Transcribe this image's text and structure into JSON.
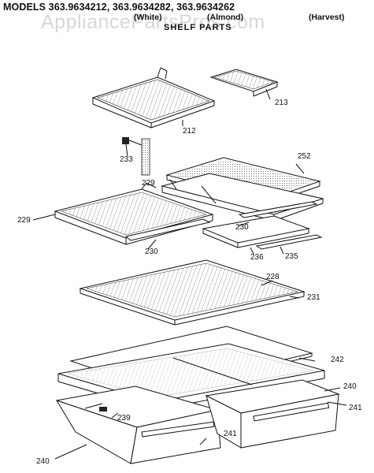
{
  "header": {
    "models_line": "MODELS 363.9634212, 363.9634282, 363.9634262",
    "color_white": "(White)",
    "color_almond": "(Almond)",
    "color_harvest": "(Harvest)",
    "subtitle": "SHELF PARTS"
  },
  "watermark": "AppliancePartsPros.com",
  "callouts": {
    "p212": "212",
    "p213": "213",
    "p233": "233",
    "p252": "252",
    "p229a": "229",
    "p229b": "229",
    "p230a": "230",
    "p230b": "230",
    "p236": "236",
    "p235": "235",
    "p228": "228",
    "p231": "231",
    "p242": "242",
    "p240a": "240",
    "p239": "239",
    "p241a": "241",
    "p241b": "241",
    "p240b": "240"
  }
}
